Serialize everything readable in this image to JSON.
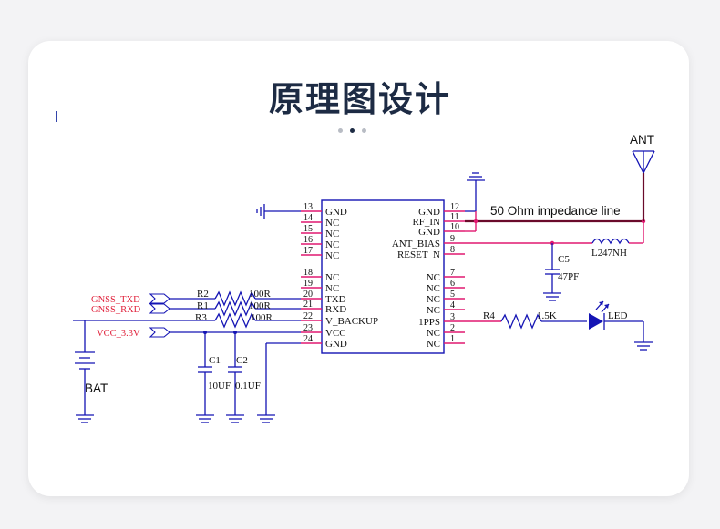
{
  "title": "原理图设计",
  "carousel": {
    "count": 3,
    "active_index": 1
  },
  "schematic": {
    "left_pins": [
      {
        "num": "13",
        "name": "GND"
      },
      {
        "num": "14",
        "name": "NC"
      },
      {
        "num": "15",
        "name": "NC"
      },
      {
        "num": "16",
        "name": "NC"
      },
      {
        "num": "17",
        "name": "NC"
      },
      {
        "num": "18",
        "name": "NC"
      },
      {
        "num": "19",
        "name": "NC"
      },
      {
        "num": "20",
        "name": "TXD"
      },
      {
        "num": "21",
        "name": "RXD"
      },
      {
        "num": "22",
        "name": "V_BACKUP"
      },
      {
        "num": "23",
        "name": "VCC"
      },
      {
        "num": "24",
        "name": "GND"
      }
    ],
    "right_pins": [
      {
        "num": "12",
        "name": "GND"
      },
      {
        "num": "11",
        "name": "RF_IN"
      },
      {
        "num": "10",
        "name": "GND"
      },
      {
        "num": "9",
        "name": "ANT_BIAS"
      },
      {
        "num": "8",
        "name": "RESET_N"
      },
      {
        "num": "7",
        "name": "NC"
      },
      {
        "num": "6",
        "name": "NC"
      },
      {
        "num": "5",
        "name": "NC"
      },
      {
        "num": "4",
        "name": "NC"
      },
      {
        "num": "3",
        "name": "1PPS"
      },
      {
        "num": "2",
        "name": "NC"
      },
      {
        "num": "1",
        "name": "NC"
      }
    ],
    "labels": {
      "ant": "ANT",
      "impedance": "50 Ohm impedance line",
      "l2": "L2",
      "l2_value": "47NH",
      "c5": "C5",
      "c5_value": "47PF",
      "r2": "R2",
      "r2_value": "100R",
      "r1": "R1",
      "r1_value": "100R",
      "r3": "R3",
      "r3_value": "100R",
      "r4": "R4",
      "r4_value": "1.5K",
      "led": "LED",
      "c1": "C1",
      "c1_value": "10UF",
      "c2": "C2",
      "c2_value": "0.1UF",
      "bat": "BAT"
    },
    "nets": {
      "txd": "GNSS_TXD",
      "rxd": "GNSS_RXD",
      "vcc": "VCC_3.3V"
    },
    "colors": {
      "wire": "#1414b4",
      "pin": "#e01870",
      "net": "#e0203a",
      "rf": "#6a0a2a"
    }
  }
}
